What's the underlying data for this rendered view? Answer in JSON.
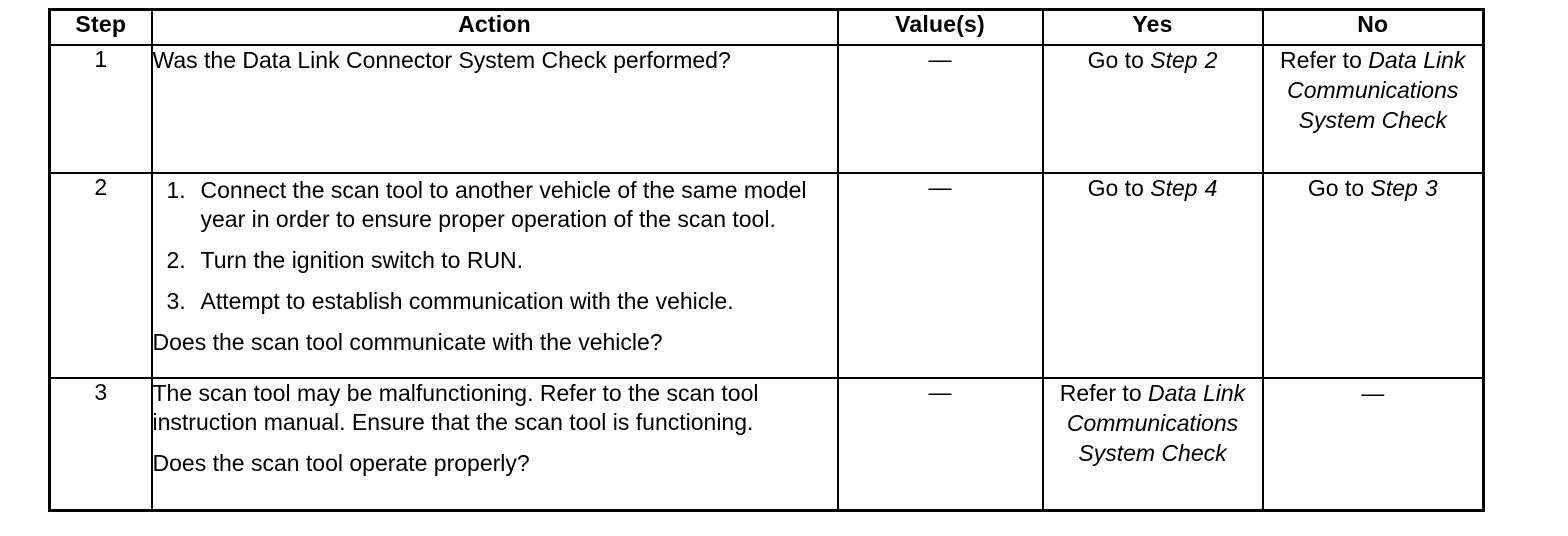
{
  "table": {
    "headers": {
      "step": "Step",
      "action": "Action",
      "values": "Value(s)",
      "yes": "Yes",
      "no": "No"
    },
    "rows": [
      {
        "step": "1",
        "action": {
          "question": "Was the Data Link Connector System Check performed?"
        },
        "value": "—",
        "yes": {
          "prefix": "Go to ",
          "ref": "Step",
          "ref_num": "2"
        },
        "no": {
          "prefix": "Refer to ",
          "ref": "Data Link Communications System Check"
        }
      },
      {
        "step": "2",
        "action": {
          "steps": [
            "Connect the scan tool to another vehicle of the same model year in order to ensure proper operation of the scan tool.",
            "Turn the ignition switch to RUN.",
            "Attempt to establish communication with the vehicle."
          ],
          "question": "Does the scan tool communicate with the vehicle?"
        },
        "value": "—",
        "yes": {
          "prefix": "Go to ",
          "ref": "Step",
          "ref_num": "4"
        },
        "no": {
          "prefix": "Go to ",
          "ref": "Step",
          "ref_num": "3"
        }
      },
      {
        "step": "3",
        "action": {
          "paragraph": "The scan tool may be malfunctioning. Refer to the scan tool instruction manual. Ensure that the scan tool is functioning.",
          "question": "Does the scan tool operate properly?"
        },
        "value": "—",
        "yes": {
          "prefix": "Refer to ",
          "ref": "Data Link Communications System Check"
        },
        "no": {
          "dash": "—"
        }
      }
    ]
  },
  "colors": {
    "ink": "#000000",
    "paper": "#ffffff"
  }
}
